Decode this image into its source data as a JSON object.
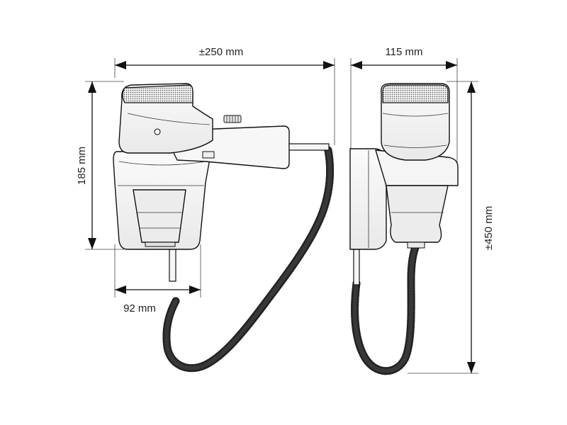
{
  "dimensions": {
    "width_overall": "±250 mm",
    "depth_side": "115 mm",
    "height_holder": "185 mm",
    "width_holder": "92 mm",
    "height_overall": "±450 mm"
  },
  "colors": {
    "line": "#111111",
    "body_fill": "#f4f4f4",
    "grille_fill": "#dcdcdc"
  }
}
